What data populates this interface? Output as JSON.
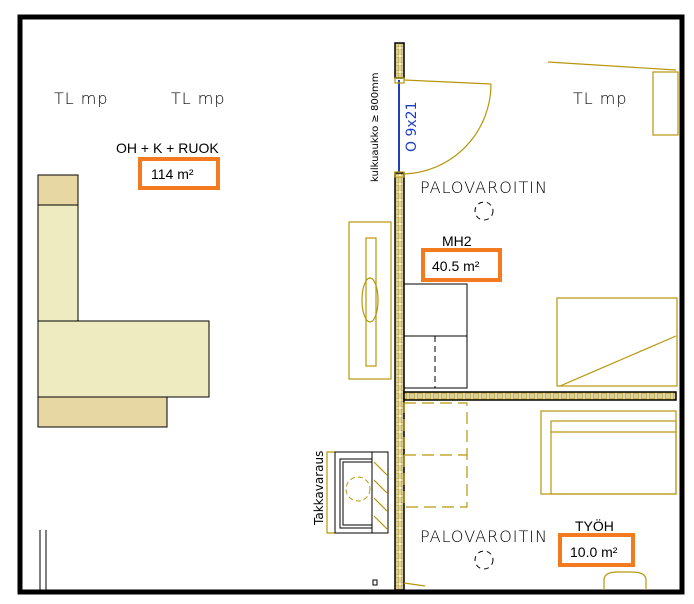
{
  "plan": {
    "labels": {
      "tl_mp_1": "TL  mp",
      "tl_mp_2": "TL  mp",
      "tl_mp_3": "TL  mp",
      "living_room": "OH + K + RUOK",
      "bedroom": "MH2",
      "study": "TYÖH",
      "smoke_detector_1": "PALOVAROITIN",
      "smoke_detector_2": "PALOVAROITIN",
      "door_code": "O 9x21",
      "passage_note": "kulkuaukko ≥ 800mm",
      "fireplace_note": "Takkavaraus"
    },
    "areas": {
      "living_room": "114 m²",
      "bedroom": "40.5 m²",
      "study": "10.0 m²"
    },
    "colors": {
      "highlight": "#f47a20",
      "outline": "#b8960c",
      "furniture_fill": "#efebc0",
      "furniture_dark": "#e6d7a3",
      "door": "#1f3fbf"
    }
  }
}
